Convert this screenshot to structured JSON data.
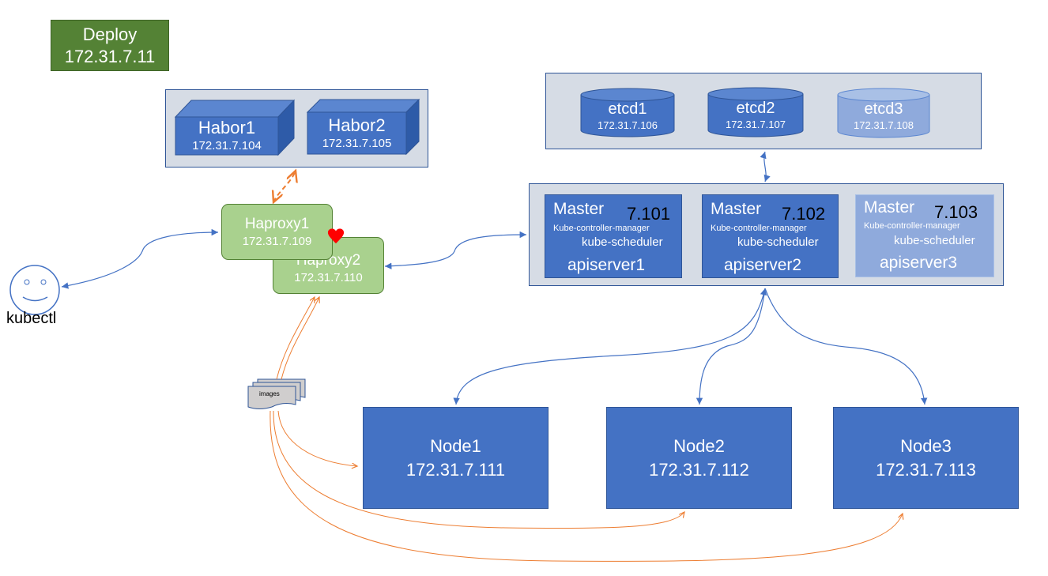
{
  "deploy": {
    "title": "Deploy",
    "ip": "172.31.7.11"
  },
  "habor": [
    {
      "name": "Habor1",
      "ip": "172.31.7.104"
    },
    {
      "name": "Habor2",
      "ip": "172.31.7.105"
    }
  ],
  "haproxy": [
    {
      "name": "Haproxy1",
      "ip": "172.31.7.109"
    },
    {
      "name": "Haproxy2",
      "ip": "172.31.7.110"
    }
  ],
  "etcd": [
    {
      "name": "etcd1",
      "ip": "172.31.7.106"
    },
    {
      "name": "etcd2",
      "ip": "172.31.7.107"
    },
    {
      "name": "etcd3",
      "ip": "172.31.7.108"
    }
  ],
  "masters": [
    {
      "title": "Master",
      "num": "7.101",
      "kcm": "Kube-controller-manager",
      "ks": "kube-scheduler",
      "api": "apiserver1"
    },
    {
      "title": "Master",
      "num": "7.102",
      "kcm": "Kube-controller-manager",
      "ks": "kube-scheduler",
      "api": "apiserver2"
    },
    {
      "title": "Master",
      "num": "7.103",
      "kcm": "Kube-controller-manager",
      "ks": "kube-scheduler",
      "api": "apiserver3"
    }
  ],
  "nodes": [
    {
      "name": "Node1",
      "ip": "172.31.7.111"
    },
    {
      "name": "Node2",
      "ip": "172.31.7.112"
    },
    {
      "name": "Node3",
      "ip": "172.31.7.113"
    }
  ],
  "kubectl": {
    "label": "kubectl"
  },
  "images": {
    "label": "images"
  },
  "colors": {
    "deploy": "#548235",
    "haproxy": "#a9d18e",
    "node": "#4472c4",
    "panel": "#d6dce5",
    "blue_line": "#4472c4",
    "orange_line": "#ed7d31",
    "heart": "#ff0000"
  }
}
